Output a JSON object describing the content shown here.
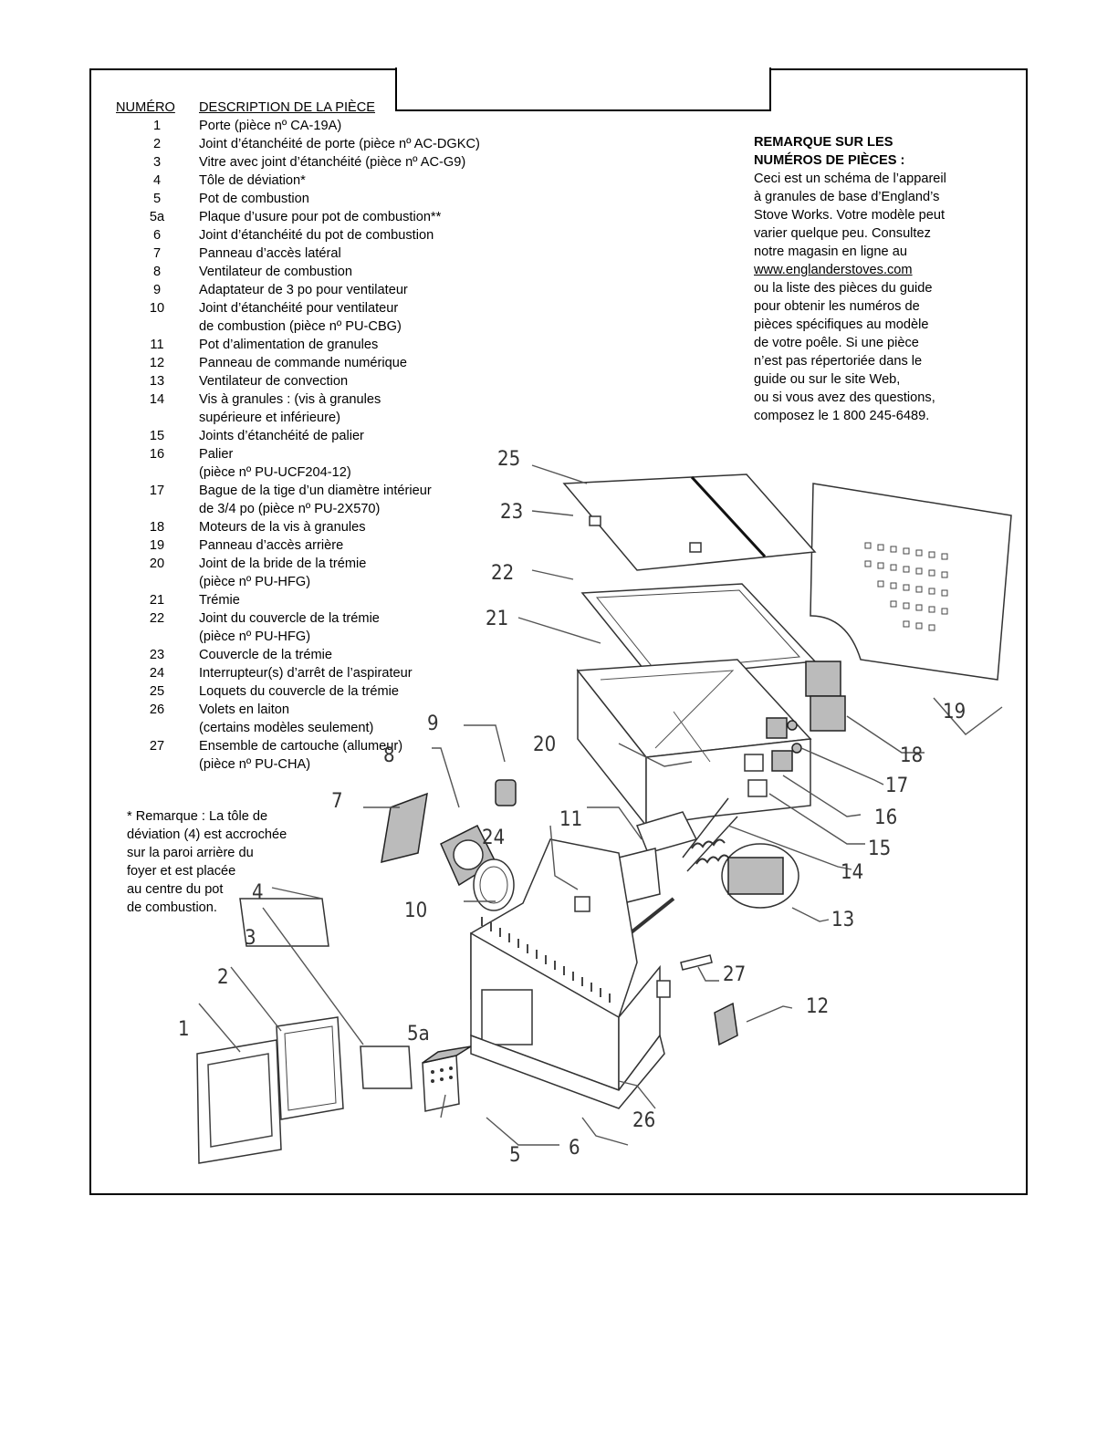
{
  "table": {
    "header_number": "NUMÉRO",
    "header_description": "DESCRIPTION DE LA PIÈCE",
    "rows": [
      {
        "num": "1",
        "lines": [
          "Porte (pièce nº CA-19A)"
        ]
      },
      {
        "num": "2",
        "lines": [
          "Joint d’étanchéité de porte (pièce nº AC-DGKC)"
        ]
      },
      {
        "num": "3",
        "lines": [
          "Vitre avec joint d’étanchéité (pièce nº AC-G9)"
        ]
      },
      {
        "num": "4",
        "lines": [
          "Tôle de déviation*"
        ]
      },
      {
        "num": "5",
        "lines": [
          "Pot de combustion"
        ]
      },
      {
        "num": "5a",
        "lines": [
          "Plaque d’usure pour pot de combustion**"
        ]
      },
      {
        "num": "6",
        "lines": [
          "Joint d’étanchéité du pot de combustion"
        ]
      },
      {
        "num": "7",
        "lines": [
          "Panneau d’accès latéral"
        ]
      },
      {
        "num": "8",
        "lines": [
          "Ventilateur de combustion"
        ]
      },
      {
        "num": "9",
        "lines": [
          "Adaptateur de 3 po pour ventilateur"
        ]
      },
      {
        "num": "10",
        "lines": [
          "Joint d’étanchéité pour ventilateur",
          "de combustion (pièce nº PU-CBG)"
        ]
      },
      {
        "num": "11",
        "lines": [
          "Pot d’alimentation de granules"
        ]
      },
      {
        "num": "12",
        "lines": [
          "Panneau de commande numérique"
        ]
      },
      {
        "num": "13",
        "lines": [
          "Ventilateur de convection"
        ]
      },
      {
        "num": "14",
        "lines": [
          "Vis à granules : (vis à granules",
          "supérieure et inférieure)"
        ]
      },
      {
        "num": "15",
        "lines": [
          "Joints d’étanchéité de palier"
        ]
      },
      {
        "num": "16",
        "lines": [
          "Palier",
          "(pièce nº PU-UCF204-12)"
        ]
      },
      {
        "num": "17",
        "lines": [
          "Bague de la tige d’un diamètre intérieur",
          "de 3/4 po (pièce nº PU-2X570)"
        ]
      },
      {
        "num": "18",
        "lines": [
          "Moteurs de la vis à granules"
        ]
      },
      {
        "num": "19",
        "lines": [
          "Panneau d’accès arrière"
        ]
      },
      {
        "num": "20",
        "lines": [
          "Joint de la bride de la trémie",
          "(pièce nº PU-HFG)"
        ]
      },
      {
        "num": "21",
        "lines": [
          "Trémie"
        ]
      },
      {
        "num": "22",
        "lines": [
          "Joint du couvercle de la trémie",
          "(pièce nº PU-HFG)"
        ]
      },
      {
        "num": "23",
        "lines": [
          "Couvercle de la trémie"
        ]
      },
      {
        "num": "24",
        "lines": [
          "Interrupteur(s) d’arrêt de l’aspirateur"
        ]
      },
      {
        "num": "25",
        "lines": [
          "Loquets du couvercle de la trémie"
        ]
      },
      {
        "num": "26",
        "lines": [
          "Volets en laiton",
          "(certains modèles seulement)"
        ]
      },
      {
        "num": "27",
        "lines": [
          "Ensemble de cartouche (allumeur)",
          "(pièce nº PU-CHA)"
        ]
      }
    ]
  },
  "note": {
    "title_lines": [
      "REMARQUE SUR LES",
      "NUMÉROS DE PIÈCES :"
    ],
    "lines_before_url": [
      "Ceci est un schéma de l’appareil",
      "à granules de base d’England’s",
      "Stove Works. Votre modèle peut",
      "varier quelque peu. Consultez",
      "notre magasin en ligne au"
    ],
    "url": "www.englanderstoves.com",
    "lines_after_url": [
      "ou la liste des pièces du guide",
      "pour obtenir les numéros de",
      "pièces spécifiques au modèle",
      "de votre poêle. Si une pièce",
      "n’est pas répertoriée dans le",
      "guide ou sur le site Web,",
      "ou si vous avez des questions,",
      "composez le 1 800 245-6489."
    ]
  },
  "footnote": {
    "lines": [
      "* Remarque : La tôle de",
      "déviation (4) est accrochée",
      "sur la paroi arrière du",
      "foyer et est placée",
      "au centre du pot",
      "de combustion."
    ]
  },
  "diagram": {
    "callouts": [
      "1",
      "2",
      "3",
      "4",
      "5a",
      "5",
      "6",
      "7",
      "8",
      "9",
      "10",
      "11",
      "24",
      "20",
      "21",
      "22",
      "23",
      "25",
      "19",
      "18",
      "17",
      "16",
      "15",
      "14",
      "13",
      "27",
      "12",
      "26"
    ]
  }
}
